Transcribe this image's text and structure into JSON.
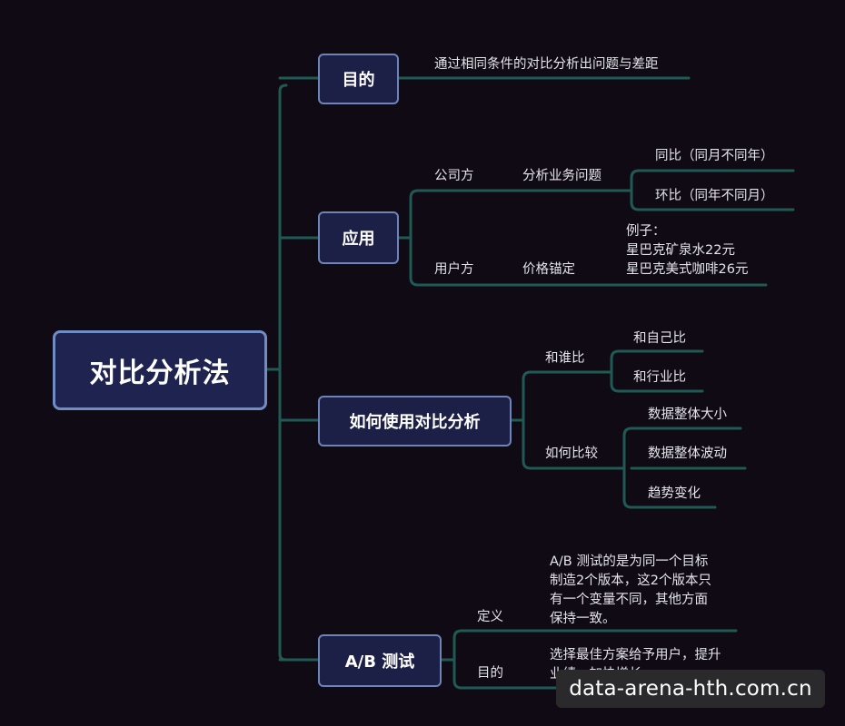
{
  "root": {
    "label": "对比分析法"
  },
  "purpose": {
    "label": "目的",
    "text": "通过相同条件的对比分析出问题与差距"
  },
  "application": {
    "label": "应用",
    "company": {
      "label": "公司方",
      "sub": "分析业务问题",
      "items": [
        "同比（同月不同年）",
        "环比（同年不同月）"
      ]
    },
    "user": {
      "label": "用户方",
      "sub": "价格锚定",
      "example": [
        "例子：",
        "星巴克矿泉水22元",
        "星巴克美式咖啡26元"
      ]
    }
  },
  "howto": {
    "label": "如何使用对比分析",
    "who": {
      "label": "和谁比",
      "items": [
        "和自己比",
        "和行业比"
      ]
    },
    "how": {
      "label": "如何比较",
      "items": [
        "数据整体大小",
        "数据整体波动",
        "趋势变化"
      ]
    }
  },
  "ab": {
    "label": "A/B 测试",
    "definition": {
      "label": "定义",
      "text": [
        "A/B 测试的是为同一个目标",
        "制造2个版本，这2个版本只",
        "有一个变量不同，其他方面",
        "保持一致。"
      ]
    },
    "goal": {
      "label": "目的",
      "text": [
        "选择最佳方案给予用户，提升",
        "业绩，加快增长。"
      ]
    }
  },
  "watermark": "data-arena-hth.com.cn",
  "colors": {
    "line": "#1f5a55",
    "node_fill": "#1c2046",
    "node_border": "#6d85b6",
    "background": "#100a14"
  }
}
